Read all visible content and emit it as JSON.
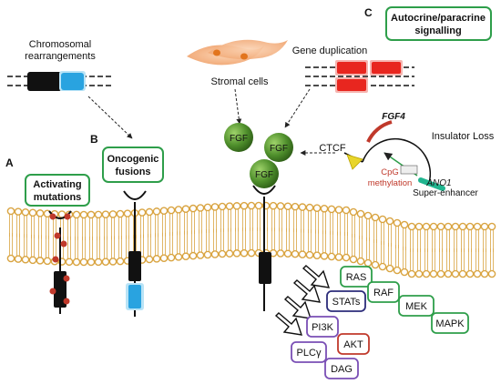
{
  "panels": {
    "a": "A",
    "b": "B",
    "c": "C"
  },
  "labels": {
    "chromosomal": [
      "Chromosomal",
      "rearrangements"
    ],
    "stromal": "Stromal cells",
    "gene_dup": "Gene duplication",
    "autocrine": [
      "Autocrine/paracrine",
      "signalling"
    ],
    "oncogenic": [
      "Oncogenic",
      "fusions"
    ],
    "activating": [
      "Activating",
      "mutations"
    ],
    "fgf": "FGF",
    "ctcf": "CTCF",
    "fgf4": "FGF4",
    "insulator": "Insulator Loss",
    "cpg": [
      "CpG",
      "methylation"
    ],
    "ano1": "ANO1",
    "superenh": "Super-enhancer"
  },
  "pathway": {
    "ras": "RAS",
    "raf": "RAF",
    "mek": "MEK",
    "mapk": "MAPK",
    "stats": "STATs",
    "pi3k": "PI3K",
    "akt": "AKT",
    "plcg": "PLCγ",
    "dag": "DAG"
  },
  "colors": {
    "box_green": "#2e9e4a",
    "box_navy": "#2c2c7a",
    "box_red": "#c0392b",
    "box_purple": "#7a4fb5",
    "membrane": "#d9a441",
    "fgf_ball": "#4f8f2c",
    "gene_red": "#e8261f",
    "fusion_blue": "#29a3e0"
  }
}
